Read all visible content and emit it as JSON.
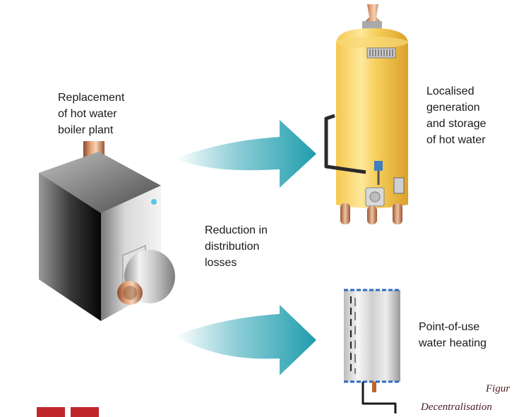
{
  "labels": {
    "boiler": "Replacement\nof hot water\nboiler plant",
    "heater": "Localised\ngeneration\nand storage\nof hot water",
    "reduction": "Reduction in\ndistribution\nlosses",
    "point_of_use": "Point-of-use\nwater heating"
  },
  "caption": {
    "figure": "Figur",
    "title": "Decentralisation"
  },
  "colors": {
    "arrow": "#29a3b3",
    "tank": "#f4c24a",
    "copper": "#c9825a",
    "logo": "#c0272d"
  }
}
